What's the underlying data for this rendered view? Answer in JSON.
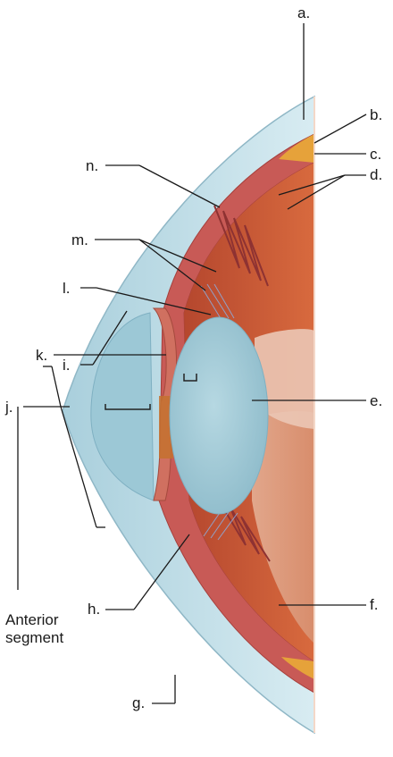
{
  "labels": {
    "a": "a.",
    "b": "b.",
    "c": "c.",
    "d": "d.",
    "e": "e.",
    "f": "f.",
    "g": "g.",
    "h": "h.",
    "i": "i.",
    "j": "j.",
    "k": "k.",
    "l": "l.",
    "m": "m.",
    "n": "n."
  },
  "anterior_segment": {
    "line1": "Anterior",
    "line2": "segment"
  }
}
